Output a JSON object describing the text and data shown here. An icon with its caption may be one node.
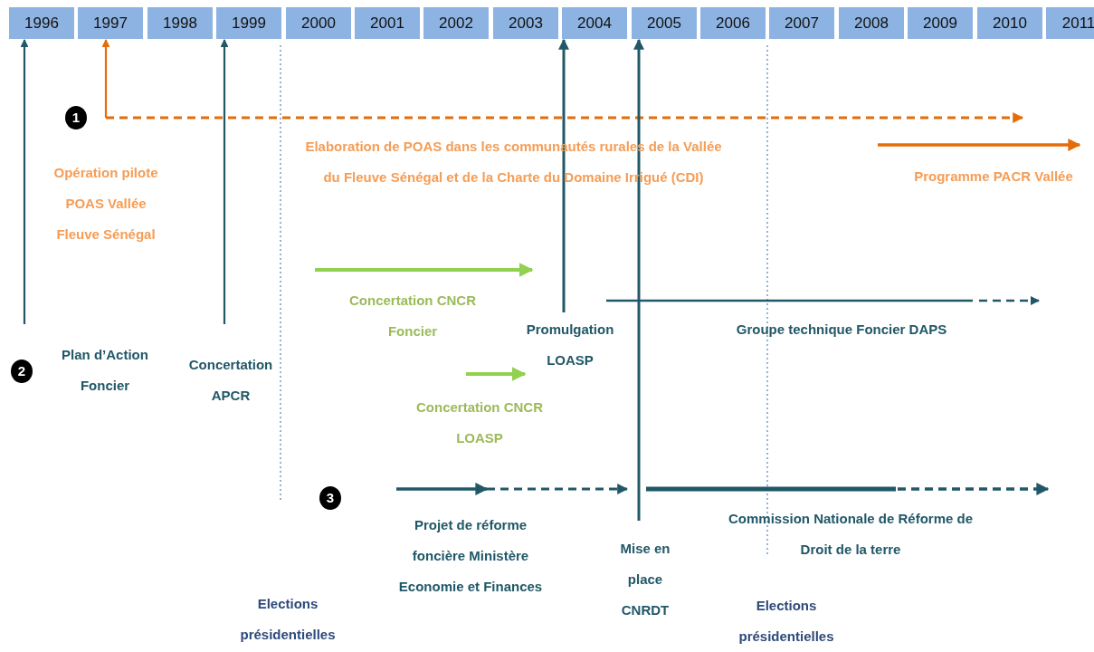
{
  "diagram": {
    "nodes": [
      {
        "text": [
          "1996"
        ]
      },
      {
        "text": [
          "1997"
        ]
      },
      {
        "text": [
          "1998"
        ]
      },
      {
        "text": [
          "1999"
        ]
      },
      {
        "text": [
          "2000"
        ]
      },
      {
        "text": [
          "2001"
        ]
      },
      {
        "text": [
          "2002"
        ]
      },
      {
        "text": [
          "2003"
        ]
      },
      {
        "text": [
          "2004"
        ]
      },
      {
        "text": [
          "2005"
        ]
      },
      {
        "text": [
          "2006"
        ]
      },
      {
        "text": [
          "2007"
        ]
      },
      {
        "text": [
          "2008"
        ]
      },
      {
        "text": [
          "2009"
        ]
      },
      {
        "text": [
          "2010"
        ]
      },
      {
        "text": [
          "2011"
        ]
      },
      {
        "text": [
          "Opération pilote POAS Vallée Fleuve Sénégal"
        ]
      },
      {
        "text": [
          "Elaboration de POAS dans les communautés rurales de la Vallée du Fleuve Sénégal et de la Charte du Domaine Irrigué (CDI)"
        ]
      },
      {
        "text": [
          "Programme PACR Vallée"
        ]
      },
      {
        "text": [
          "Plan d’Action Foncier"
        ]
      },
      {
        "text": [
          "Concertation APCR"
        ]
      },
      {
        "text": [
          "Concertation CNCR Foncier"
        ]
      },
      {
        "text": [
          "Promulgation LOASP"
        ]
      },
      {
        "text": [
          "Groupe technique Foncier DAPS"
        ]
      },
      {
        "text": [
          "Concertation CNCR LOASP"
        ]
      },
      {
        "text": [
          "Projet de réforme foncière Ministère Economie et Finances"
        ]
      },
      {
        "text": [
          "Mise en place CNRDT"
        ]
      },
      {
        "text": [
          "Commission Nationale de Réforme de Droit de la terre"
        ]
      },
      {
        "text": [
          "Elections présidentielles"
        ]
      },
      {
        "text": [
          "Elections présidentielles"
        ]
      },
      {
        "text": [
          "1"
        ]
      },
      {
        "text": [
          "2"
        ]
      },
      {
        "text": [
          "3"
        ]
      }
    ],
    "edges": [
      {
        "from": 19,
        "to": 0,
        "arrow": "to"
      },
      {
        "from": null,
        "to": 1,
        "arrow": "to",
        "color": "#e46c0a"
      },
      {
        "from": 20,
        "to": 3,
        "arrow": "to"
      },
      {
        "from": 22,
        "to": 8,
        "arrow": "to"
      },
      {
        "from": 26,
        "to": 9,
        "arrow": "to"
      }
    ]
  }
}
